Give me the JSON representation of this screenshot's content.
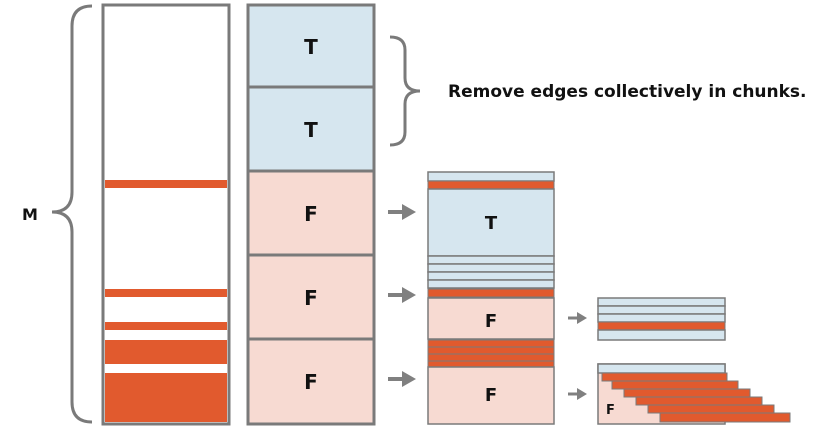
{
  "colors": {
    "outline": "#7a7a7a",
    "true_fill": "#d6e6ef",
    "false_fill": "#f7dad2",
    "edge_red": "#e15a2e",
    "arrow": "#808080",
    "text": "#111111"
  },
  "labels": {
    "m_label": "M",
    "annotation": "Remove edges collectively in chunks.",
    "chunk_1": "T",
    "chunk_2": "T",
    "chunk_3": "F",
    "chunk_4": "F",
    "chunk_5": "F",
    "sub_t": "T",
    "sub_f_1": "F",
    "sub_f_2": "F",
    "small_f": "F"
  }
}
